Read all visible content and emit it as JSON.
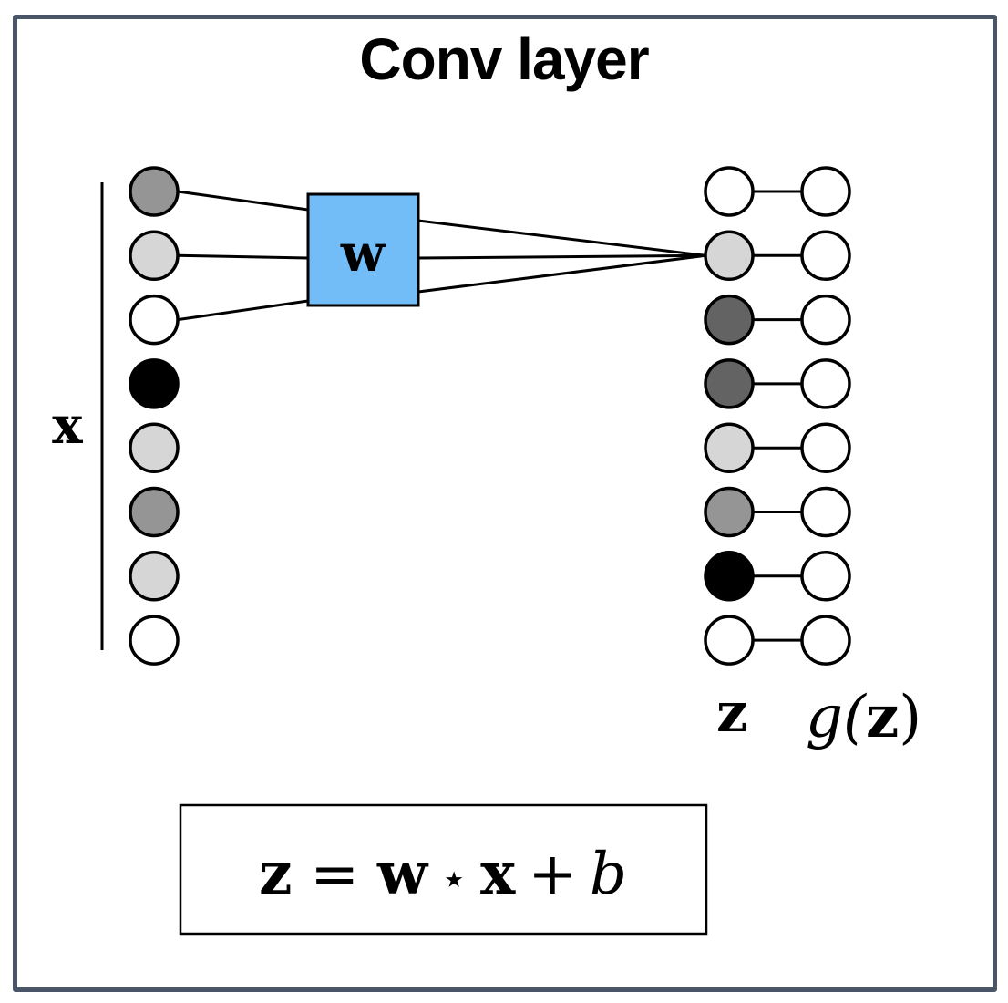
{
  "title": "Conv layer",
  "diagram": {
    "input_label": "x",
    "weight_label": "w",
    "output_label": "z",
    "activation_label_prefix": "g(",
    "activation_label_arg": "z",
    "activation_label_suffix": ")",
    "weight_box_color": "#72bdf7",
    "input_nodes": [
      {
        "fill": "#959595"
      },
      {
        "fill": "#d6d6d6"
      },
      {
        "fill": "#ffffff"
      },
      {
        "fill": "#000000"
      },
      {
        "fill": "#d6d6d6"
      },
      {
        "fill": "#959595"
      },
      {
        "fill": "#d6d6d6"
      },
      {
        "fill": "#ffffff"
      }
    ],
    "output_nodes": [
      {
        "fill": "#ffffff"
      },
      {
        "fill": "#d6d6d6"
      },
      {
        "fill": "#636363"
      },
      {
        "fill": "#636363"
      },
      {
        "fill": "#d6d6d6"
      },
      {
        "fill": "#959595"
      },
      {
        "fill": "#000000"
      },
      {
        "fill": "#ffffff"
      }
    ],
    "activation_nodes_fill": "#ffffff",
    "connected_inputs": [
      0,
      1,
      2
    ],
    "connected_output": 1
  },
  "equation": {
    "lhs": "z",
    "eq": "=",
    "w": "w",
    "op": "⋆",
    "x": "x",
    "plus": "+",
    "b": "b"
  }
}
